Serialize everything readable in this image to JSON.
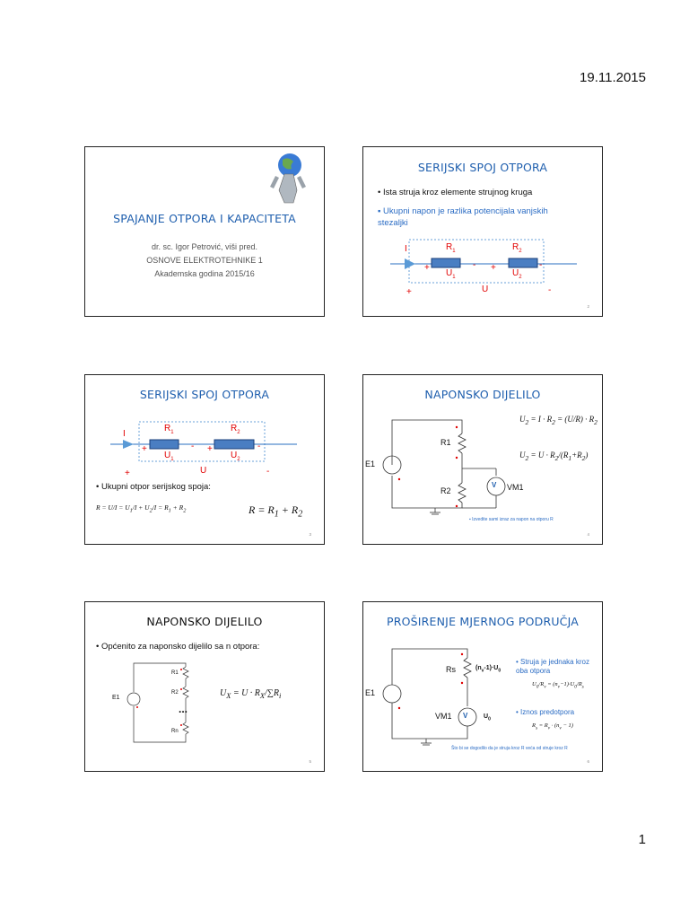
{
  "header": {
    "date": "19.11.2015"
  },
  "footer": {
    "page": "1"
  },
  "slides": [
    {
      "title": "SPAJANJE OTPORA I KAPACITETA",
      "author": "dr. sc. Igor Petrović, viši pred.",
      "course": "OSNOVE ELEKTROTEHNIKE 1",
      "year": "Akademska godina 2015/16"
    },
    {
      "title": "SERIJSKI SPOJ OTPORA",
      "bullet1": "Ista struja kroz elemente strujnog kruga",
      "bullet2": "Ukupni napon je razlika potencijala vanjskih stezaljki",
      "labels": {
        "I": "I",
        "R1": "R",
        "R1sub": "1",
        "R2": "R",
        "R2sub": "2",
        "U1": "U",
        "U1sub": "1",
        "U2": "U",
        "U2sub": "2",
        "U": "U",
        "plus": "+",
        "minus": "-"
      },
      "num": "2"
    },
    {
      "title": "SERIJSKI SPOJ OTPORA",
      "bullet1": "Ukupni otpor serijskog spoja:",
      "formula_big": "R = R1 + R2",
      "num": "3"
    },
    {
      "title": "NAPONSKO DIJELILO",
      "labels": {
        "E1": "E1",
        "R1": "R1",
        "R2": "R2",
        "VM1": "VM1",
        "V": "V"
      },
      "note": "Izvedite sami izraz za napon na otporu R",
      "num": "4"
    },
    {
      "title": "NAPONSKO DIJELILO",
      "bullet1": "Općenito za naponsko dijelilo sa n otpora:",
      "labels": {
        "E1": "E1",
        "R1": "R1",
        "R2": "R2",
        "Rn": "Rn",
        "dots": "..."
      },
      "num": "5"
    },
    {
      "title": "PROŠIRENJE MJERNOG PODRUČJA",
      "bullet1": "Struja je jednaka kroz oba otpora",
      "bullet2": "Iznos predotpora",
      "labels": {
        "E1": "E1",
        "Rs": "Rs",
        "VM1": "VM1",
        "V": "V",
        "U0": "U",
        "U0sub": "0",
        "nv": "(n",
        "nvsub": "v",
        "nvrest": "-1)·U",
        "nvsub2": "0"
      },
      "note": "Što bi se dogodilo da je struja kroz R veća od struje kroz R",
      "num": "6"
    }
  ]
}
